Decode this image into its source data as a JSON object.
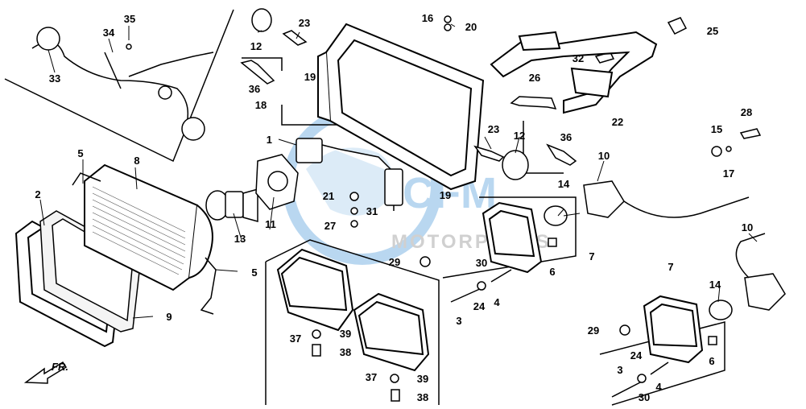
{
  "watermark": {
    "logo_text": "CFM",
    "sub_text": "MOTORPARTS",
    "color": "#3a8fd6"
  },
  "direction_arrow": {
    "label": "FR."
  },
  "callouts": [
    {
      "id": "c1",
      "text": "1"
    },
    {
      "id": "c2",
      "text": "2"
    },
    {
      "id": "c3a",
      "text": "3"
    },
    {
      "id": "c3b",
      "text": "3"
    },
    {
      "id": "c4a",
      "text": "4"
    },
    {
      "id": "c4b",
      "text": "4"
    },
    {
      "id": "c5a",
      "text": "5"
    },
    {
      "id": "c5b",
      "text": "5"
    },
    {
      "id": "c6a",
      "text": "6"
    },
    {
      "id": "c6b",
      "text": "6"
    },
    {
      "id": "c7a",
      "text": "7"
    },
    {
      "id": "c7b",
      "text": "7"
    },
    {
      "id": "c8",
      "text": "8"
    },
    {
      "id": "c9",
      "text": "9"
    },
    {
      "id": "c10a",
      "text": "10"
    },
    {
      "id": "c10b",
      "text": "10"
    },
    {
      "id": "c11",
      "text": "11"
    },
    {
      "id": "c12a",
      "text": "12"
    },
    {
      "id": "c12b",
      "text": "12"
    },
    {
      "id": "c13",
      "text": "13"
    },
    {
      "id": "c14a",
      "text": "14"
    },
    {
      "id": "c14b",
      "text": "14"
    },
    {
      "id": "c15",
      "text": "15"
    },
    {
      "id": "c16",
      "text": "16"
    },
    {
      "id": "c17",
      "text": "17"
    },
    {
      "id": "c18",
      "text": "18"
    },
    {
      "id": "c19a",
      "text": "19"
    },
    {
      "id": "c19b",
      "text": "19"
    },
    {
      "id": "c20",
      "text": "20"
    },
    {
      "id": "c21",
      "text": "21"
    },
    {
      "id": "c22",
      "text": "22"
    },
    {
      "id": "c23a",
      "text": "23"
    },
    {
      "id": "c23b",
      "text": "23"
    },
    {
      "id": "c24a",
      "text": "24"
    },
    {
      "id": "c24b",
      "text": "24"
    },
    {
      "id": "c25",
      "text": "25"
    },
    {
      "id": "c26",
      "text": "26"
    },
    {
      "id": "c27",
      "text": "27"
    },
    {
      "id": "c28",
      "text": "28"
    },
    {
      "id": "c29a",
      "text": "29"
    },
    {
      "id": "c29b",
      "text": "29"
    },
    {
      "id": "c30a",
      "text": "30"
    },
    {
      "id": "c30b",
      "text": "30"
    },
    {
      "id": "c31",
      "text": "31"
    },
    {
      "id": "c32",
      "text": "32"
    },
    {
      "id": "c33",
      "text": "33"
    },
    {
      "id": "c34",
      "text": "34"
    },
    {
      "id": "c35",
      "text": "35"
    },
    {
      "id": "c36a",
      "text": "36"
    },
    {
      "id": "c36b",
      "text": "36"
    },
    {
      "id": "c37a",
      "text": "37"
    },
    {
      "id": "c37b",
      "text": "37"
    },
    {
      "id": "c38a",
      "text": "38"
    },
    {
      "id": "c38b",
      "text": "38"
    },
    {
      "id": "c39a",
      "text": "39"
    },
    {
      "id": "c39b",
      "text": "39"
    }
  ]
}
